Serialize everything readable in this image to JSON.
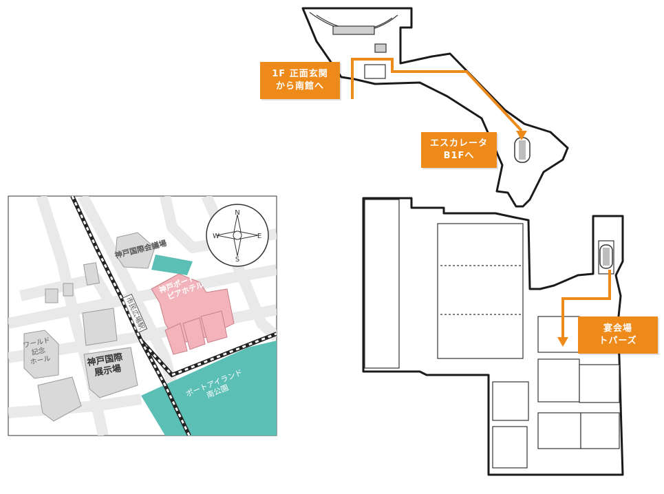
{
  "colors": {
    "accent_orange": "#ee8a1a",
    "hotel_pink": "#f2b3ba",
    "park_teal": "#5bbfb5",
    "building_gray": "#d6d6d6",
    "road_light": "#eeeeee",
    "wall_dark": "#1a1a1a"
  },
  "floorplan": {
    "callouts": {
      "entrance": {
        "line1": "1F 正面玄関",
        "line2": "から南館へ"
      },
      "escalator": {
        "line1": "エスカレータ",
        "line2": "B1Fへ"
      },
      "banquet": {
        "line1": "宴会場",
        "line2": "トパーズ"
      }
    },
    "icons": [
      "route-arrow-icon",
      "escalator-icon"
    ]
  },
  "area_map": {
    "compass": {
      "north": "N",
      "south": "S",
      "east": "E",
      "west": "W"
    },
    "labels": {
      "conference_center": "神戸国際会議場",
      "hotel_line1": "神戸ポート",
      "hotel_line2": "ピアホテル",
      "station": "市民広場駅",
      "world_hall_line1": "ワールド",
      "world_hall_line2": "記念",
      "world_hall_line3": "ホール",
      "exhibition_line1": "神戸国際",
      "exhibition_line2": "展示場",
      "park_line1": "ポートアイランド",
      "park_line2": "南公園"
    },
    "icons": [
      "compass-icon",
      "railway-icon"
    ]
  }
}
